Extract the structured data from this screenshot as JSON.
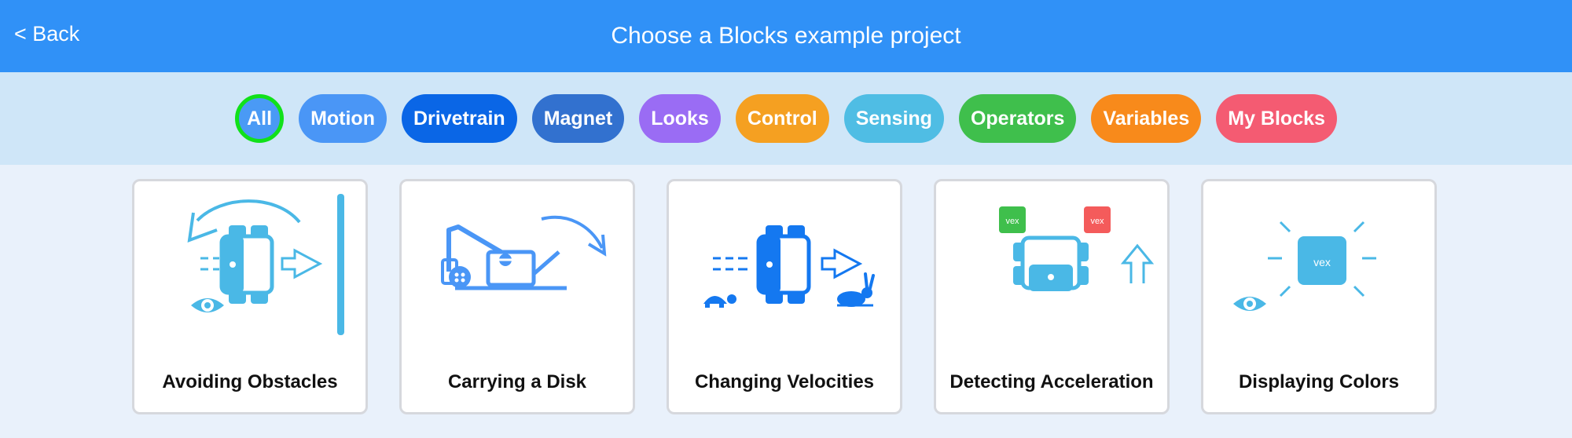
{
  "header": {
    "back_label": "< Back",
    "title": "Choose a Blocks example project"
  },
  "filters": [
    {
      "label": "All",
      "color": "#4a9af5",
      "selected": true
    },
    {
      "label": "Motion",
      "color": "#4a96f6"
    },
    {
      "label": "Drivetrain",
      "color": "#0a66e6"
    },
    {
      "label": "Magnet",
      "color": "#3271cf"
    },
    {
      "label": "Looks",
      "color": "#9a6cf4"
    },
    {
      "label": "Control",
      "color": "#f5a021"
    },
    {
      "label": "Sensing",
      "color": "#4fbde4"
    },
    {
      "label": "Operators",
      "color": "#3fbf4c"
    },
    {
      "label": "Variables",
      "color": "#f88a1b"
    },
    {
      "label": "My Blocks",
      "color": "#f45b72"
    }
  ],
  "projects": [
    {
      "title": "Avoiding Obstacles",
      "icon": "robot-obstacle-icon"
    },
    {
      "title": "Carrying a Disk",
      "icon": "robot-arm-disk-icon"
    },
    {
      "title": "Changing Velocities",
      "icon": "robot-velocity-icon"
    },
    {
      "title": "Detecting Acceleration",
      "icon": "robot-acceleration-icon"
    },
    {
      "title": "Displaying Colors",
      "icon": "brain-colors-icon"
    }
  ],
  "colors": {
    "header": "#3091f7",
    "filterbar": "#cfe6f8",
    "icon_light": "#4ab8e6",
    "icon_dark": "#1478f0"
  }
}
